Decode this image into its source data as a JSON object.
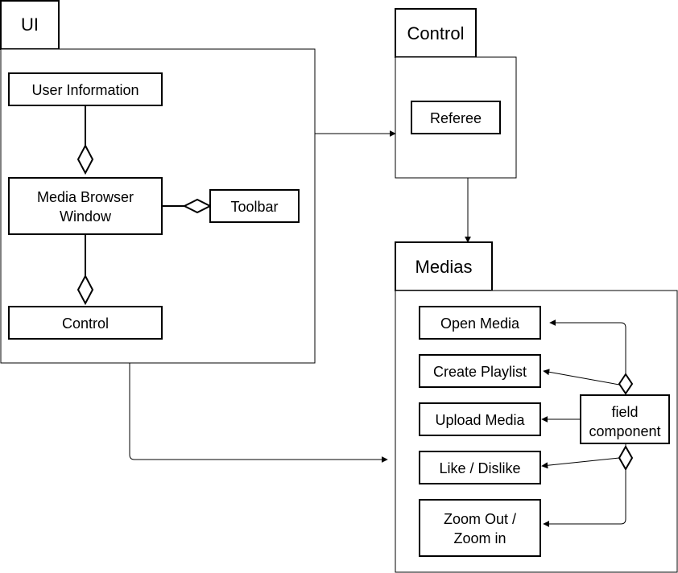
{
  "packages": {
    "ui": {
      "label": "UI"
    },
    "control": {
      "label": "Control"
    },
    "medias": {
      "label": "Medias"
    }
  },
  "classes": {
    "user_information": "User Information",
    "media_browser_window": [
      "Media Browser",
      "Window"
    ],
    "toolbar": "Toolbar",
    "ui_control": "Control",
    "referee": "Referee",
    "open_media": "Open Media",
    "create_playlist": "Create Playlist",
    "upload_media": "Upload Media",
    "like_dislike": "Like / Dislike",
    "zoom": [
      "Zoom Out /",
      "Zoom in"
    ],
    "field_component": [
      "field",
      "component"
    ]
  }
}
